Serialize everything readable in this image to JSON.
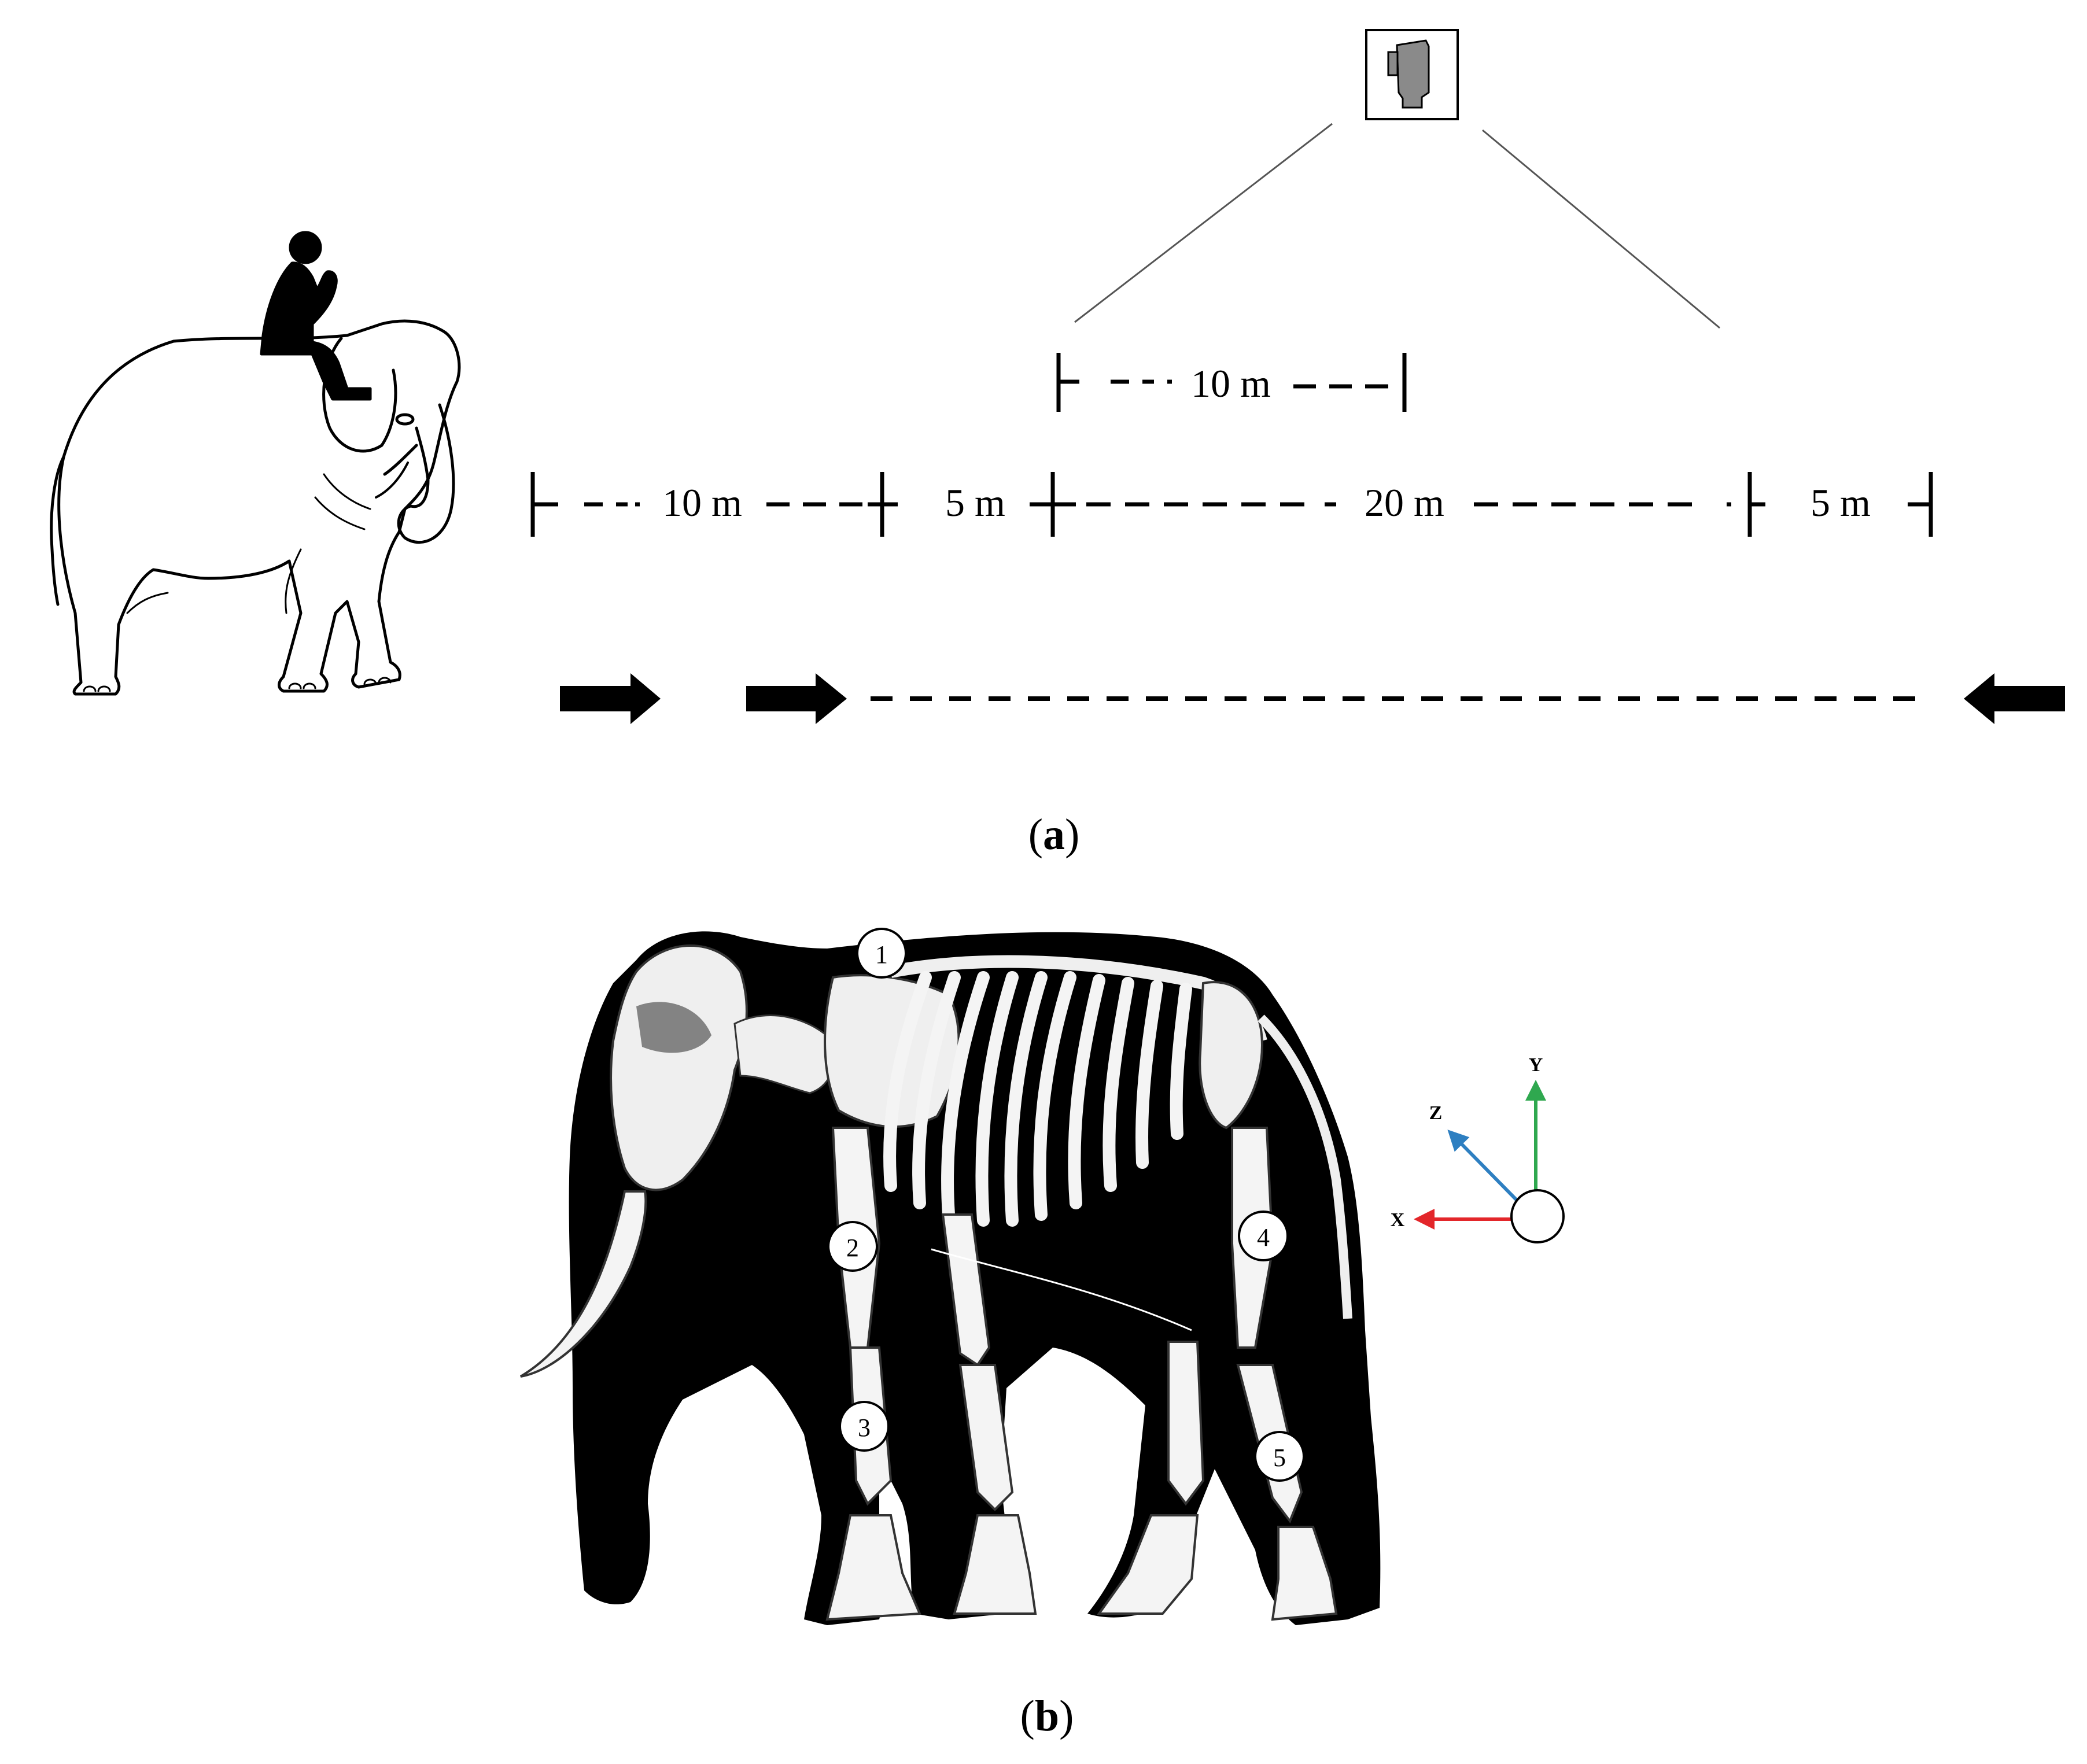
{
  "panel_a": {
    "caption_letter": "a",
    "camera_icon": "camera-icon",
    "measurements": {
      "upper_span": "10 m",
      "span_1": "10 m",
      "span_2": "5 m",
      "span_3": "20 m",
      "span_4": "5 m"
    }
  },
  "panel_b": {
    "caption_letter": "b",
    "markers": [
      "1",
      "2",
      "3",
      "4",
      "5"
    ],
    "axes": {
      "x_label": "X",
      "y_label": "Y",
      "z_label": "Z",
      "x_color": "#e3262a",
      "y_color": "#2fa84f",
      "z_color": "#2e7fc1"
    }
  }
}
